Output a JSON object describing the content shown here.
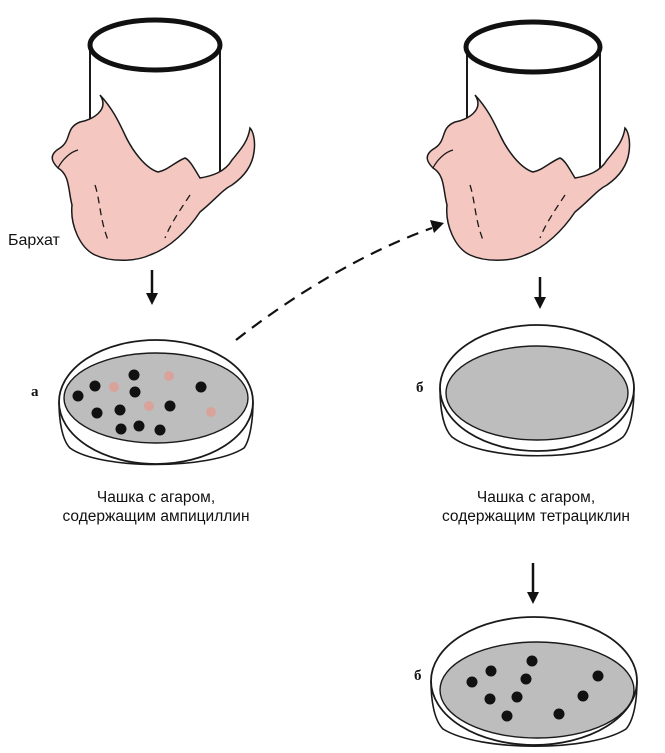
{
  "labels": {
    "velvet": "Бархат",
    "plate_a_letter": "а",
    "plate_b_letter": "б",
    "plate_c_letter": "б",
    "caption_ampicillin_line1": "Чашка с агаром,",
    "caption_ampicillin_line2": "содержащим ампициллин",
    "caption_tetracycline_line1": "Чашка с агаром,",
    "caption_tetracycline_line2": "содержащим тетрациклин"
  },
  "colors": {
    "velvet": "#f4c7c0",
    "agar": "#bdbdbd",
    "colony_dark": "#111111",
    "colony_pink": "#d9a39b",
    "outline": "#1a1a1a"
  },
  "icons": [
    "velvet-stamp",
    "petri-dish",
    "arrow-down",
    "dashed-arc-arrow"
  ]
}
